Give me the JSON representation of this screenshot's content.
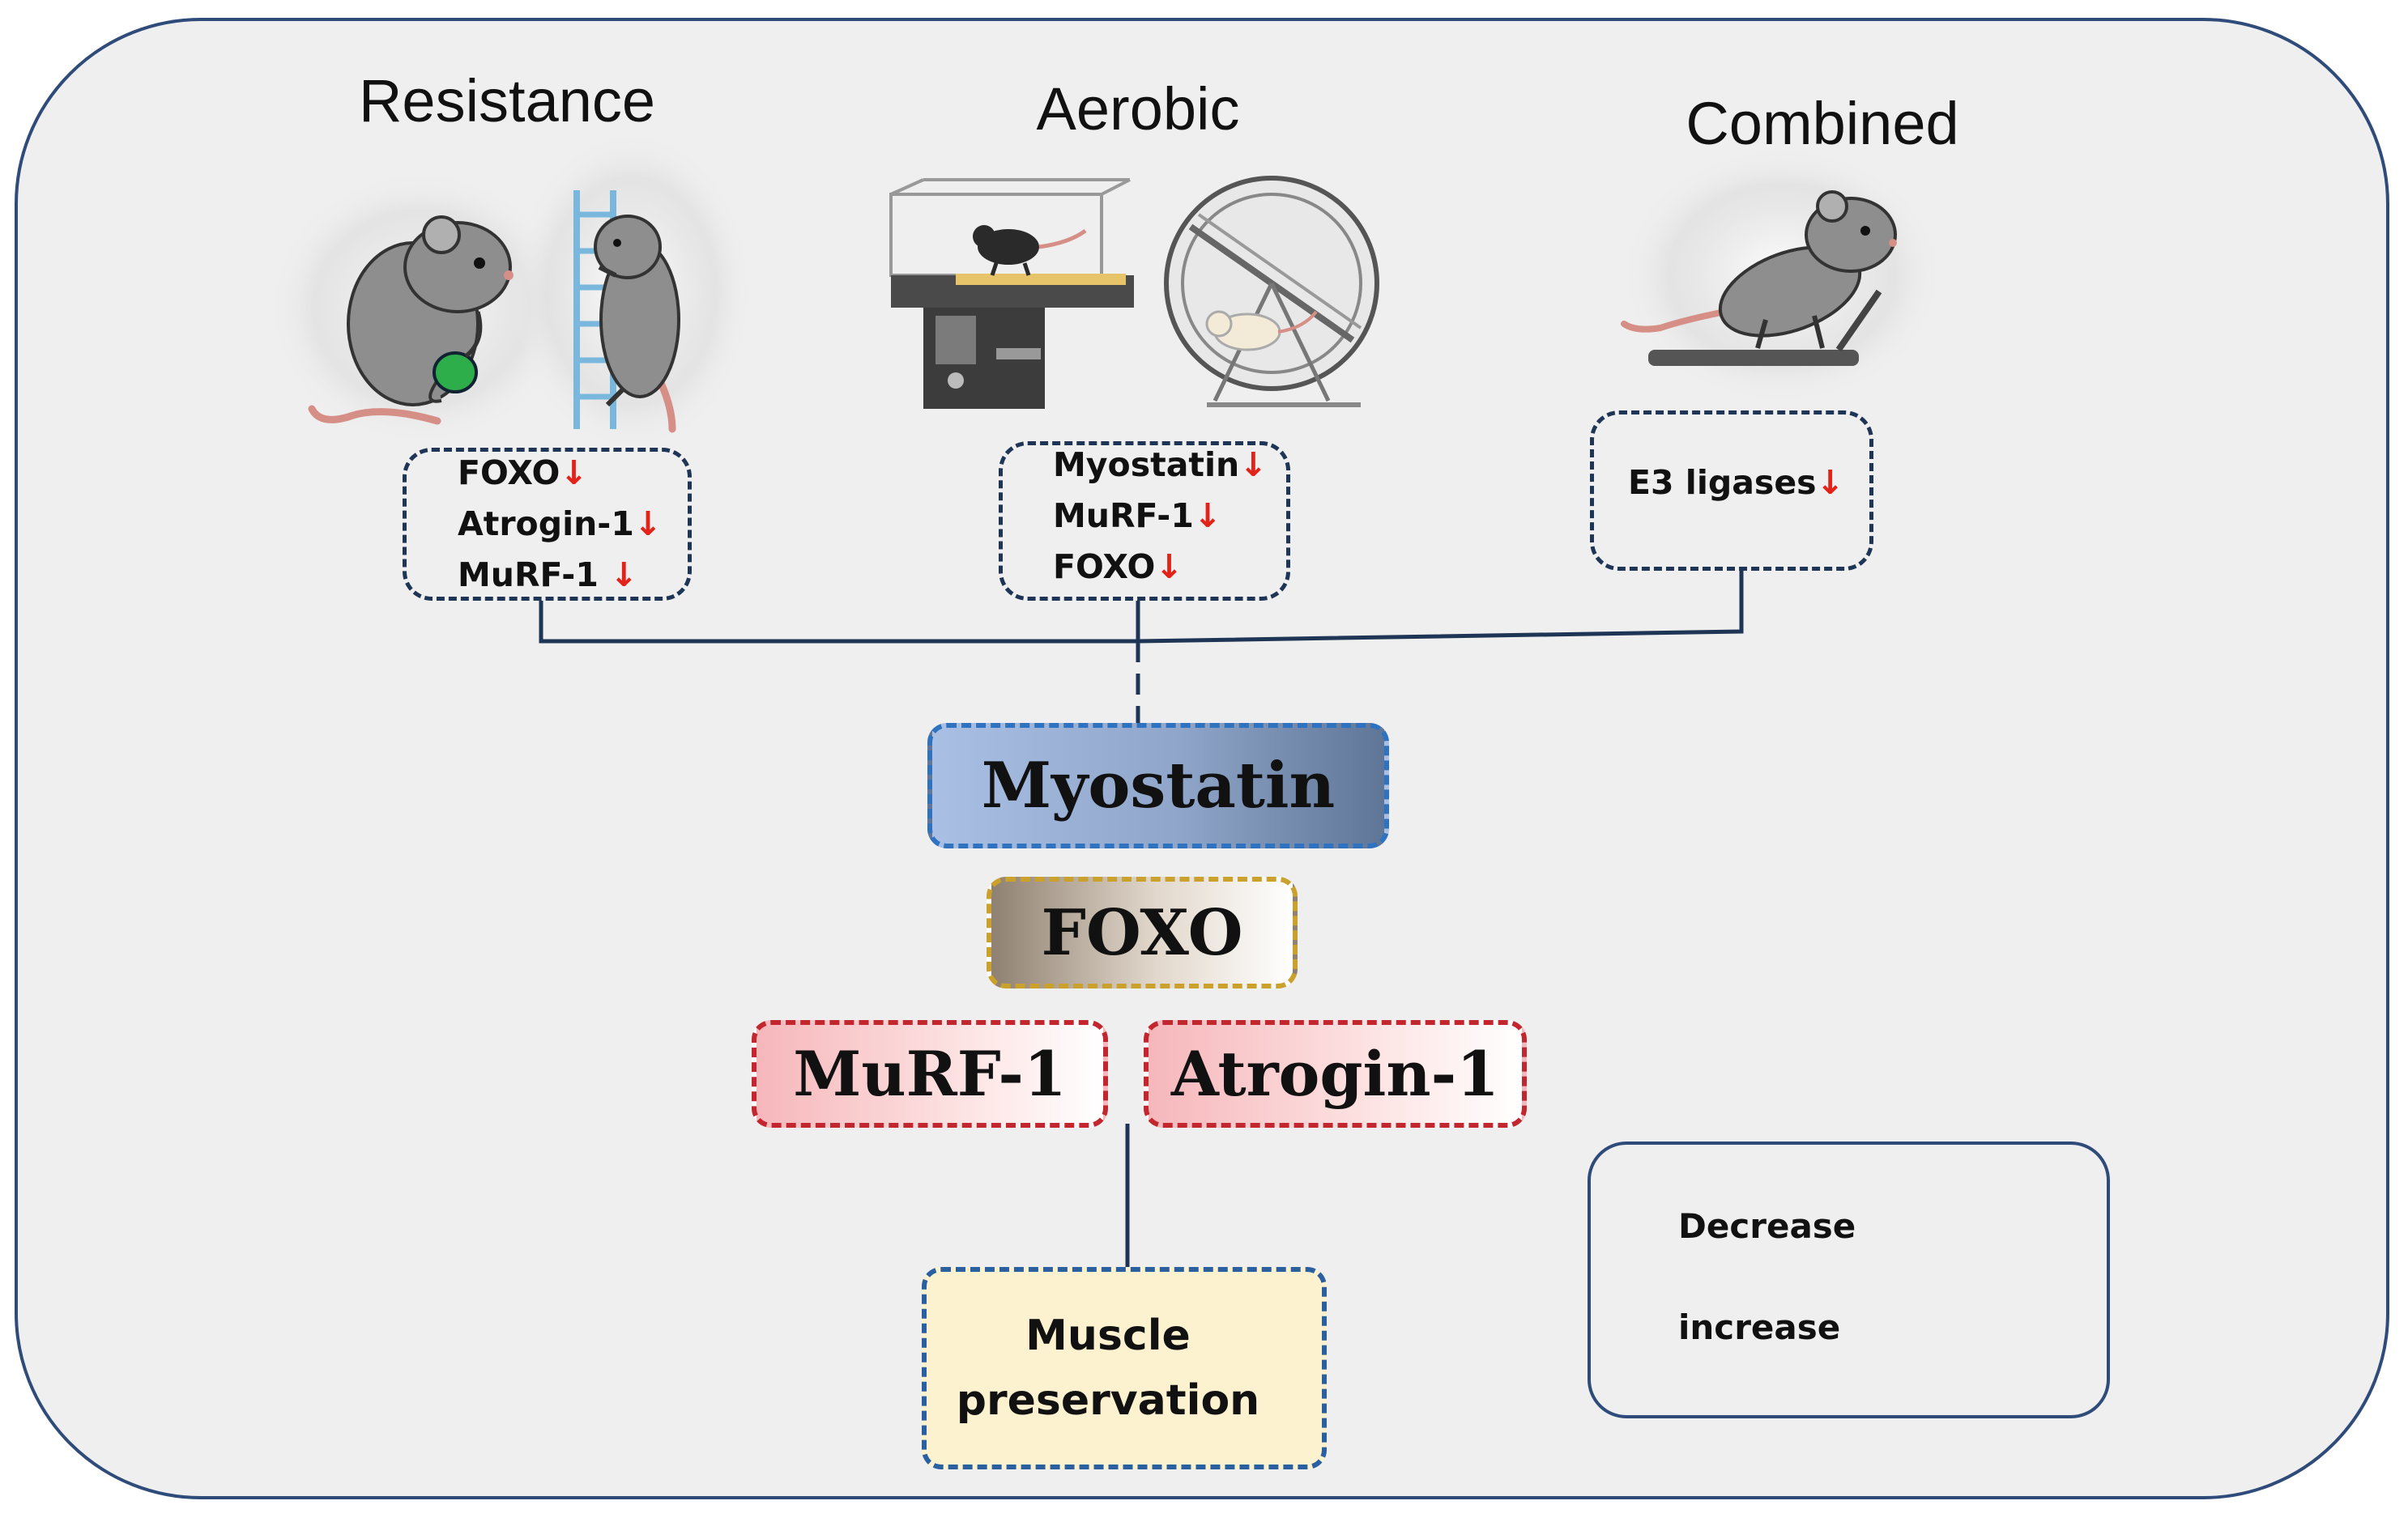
{
  "groups": [
    {
      "title": "Resistance",
      "markers": [
        {
          "label": "FOXO",
          "arrow": "↓"
        },
        {
          "label": "Atrogin-1",
          "arrow": "↓"
        },
        {
          "label": "MuRF-1",
          "arrow": "↓"
        }
      ]
    },
    {
      "title": "Aerobic",
      "markers": [
        {
          "label": "Myostatin",
          "arrow": "↓"
        },
        {
          "label": "MuRF-1",
          "arrow": "↓"
        },
        {
          "label": "FOXO",
          "arrow": "↓"
        }
      ]
    },
    {
      "title": "Combined",
      "markers": [
        {
          "label": "E3 ligases",
          "arrow": "↓"
        }
      ]
    }
  ],
  "pathway": {
    "myostatin": "Myostatin",
    "foxo": "FOXO",
    "murf1": "MuRF-1",
    "atrogin1": "Atrogin-1",
    "outcome_line1": "Muscle",
    "outcome_line2": "preservation"
  },
  "legend": {
    "decrease": "Decrease",
    "increase": "increase"
  },
  "colors": {
    "decrease_arrow": "#e2231a",
    "increase_arrow": "#1a2a55",
    "connector": "#1f3555",
    "panel_border": "#2f4b7a"
  },
  "icons": {
    "resistance": [
      "mouse-with-weight-icon",
      "mouse-climbing-ladder-icon"
    ],
    "aerobic": [
      "mouse-on-treadmill-icon",
      "mouse-in-running-wheel-icon"
    ],
    "combined": [
      "mouse-on-treadmill-icon"
    ]
  }
}
